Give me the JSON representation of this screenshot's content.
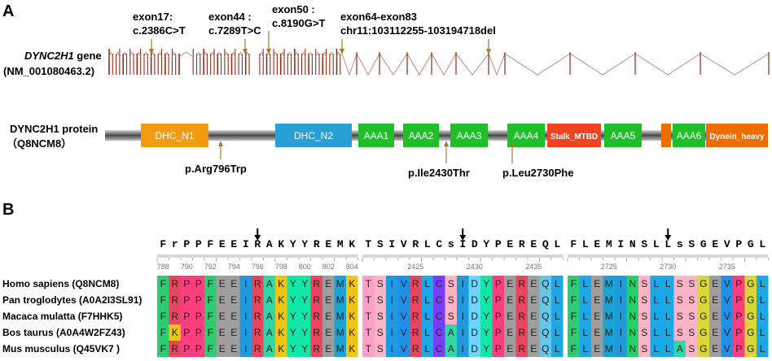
{
  "panel_a": {
    "letter": "A",
    "gene_label_italic": "DYNC2H1",
    "gene_label_suffix": " gene",
    "gene_accession": "(NM_001080463.2)",
    "variant_labels": [
      {
        "line1": "exon17:",
        "line2": "c.2386C>T"
      },
      {
        "line1": "exon44 :",
        "line2": "c.7289T>C"
      },
      {
        "line1": "exon50 :",
        "line2": "c.8190G>T"
      },
      {
        "line1": "exon64-exon83",
        "line2": "chr11:103112255-103194718del"
      }
    ],
    "protein_label": "DYNC2H1 protein",
    "protein_accession": "（Q8NCM8）",
    "domains": [
      {
        "name": "DHC_N1",
        "color": "#f39c12"
      },
      {
        "name": "DHC_N2",
        "color": "#2a9fd6"
      },
      {
        "name": "AAA1",
        "color": "#1fbf2a"
      },
      {
        "name": "AAA2",
        "color": "#1fbf2a"
      },
      {
        "name": "AAA3",
        "color": "#1fbf2a"
      },
      {
        "name": "AAA4",
        "color": "#1fbf2a"
      },
      {
        "name": "Stalk_MTBD",
        "color": "#f2421f"
      },
      {
        "name": "AAA5",
        "color": "#1fbf2a"
      },
      {
        "name": "",
        "color": "#ef6c00"
      },
      {
        "name": "AAA6",
        "color": "#1fbf2a"
      },
      {
        "name": "Dynein_heavy",
        "color": "#ef6c00"
      }
    ],
    "protein_variants": [
      "p.Arg796Trp",
      "p.Ile2430Thr",
      "p.Leu2730Phe"
    ],
    "marker_color": "#a47a2c",
    "exon_color": "#8b2c16"
  },
  "panel_b": {
    "letter": "B",
    "species": [
      "Homo sapiens (Q8NCM8)",
      "Pan troglodytes (A0A2I3SL91)",
      "Macaca mulatta (F7HHK5)",
      "Bos taurus (A0A4W2FZ43)",
      "Mus musculus (Q45VK7 )"
    ],
    "blocks": [
      {
        "consensus": [
          "F",
          "r",
          "P",
          "P",
          "F",
          "E",
          "E",
          "I",
          "R",
          "A",
          "K",
          "Y",
          "Y",
          "R",
          "E",
          "M",
          "K"
        ],
        "ticks": [
          "788",
          "790",
          "792",
          "794",
          "796",
          "798",
          "800",
          "802",
          "804"
        ],
        "rows": [
          "FRPPFEEIRAKYYREMK",
          "FRPPFEEIRAKYYREMK",
          "FRPPFEEIRAKYYREMK",
          "FKPPFEEIRAKYYREMK",
          "FRPPFEEIRAKYYREMK"
        ]
      },
      {
        "consensus": [
          "T",
          "S",
          "I",
          "V",
          "R",
          "L",
          "C",
          "s",
          "I",
          "D",
          "Y",
          "P",
          "E",
          "R",
          "E",
          "Q",
          "L"
        ],
        "ticks": [
          "2425",
          "2430",
          "2435"
        ],
        "rows": [
          "TSIVRLCSIDYPEREQL",
          "TSIVRLCSIDYPEREQL",
          "TSIVRLCSIDYPEREQL",
          "TSIVRLCAIDYPEREQL",
          "TSIVRLCAIDYPEREQL"
        ]
      },
      {
        "consensus": [
          "F",
          "L",
          "E",
          "M",
          "I",
          "N",
          "S",
          "L",
          "L",
          "s",
          "S",
          "G",
          "E",
          "V",
          "P",
          "G",
          "L"
        ],
        "ticks": [
          "2725",
          "2730",
          "2735"
        ],
        "rows": [
          "FLEMINSLLSSGEVPGL",
          "FLEMINSLLSSGEVPGL",
          "FLEMINSLLSSGEVPGL",
          "FLEMINSLLSSGEVPGL",
          "FLEMINSLLASGEVPGL"
        ]
      }
    ],
    "residue_colors": {
      "F": "#2ecc71",
      "R": "#e8455f",
      "K": "#f1c40f",
      "P": "#ff3d7f",
      "E": "#9e9e9e",
      "I": "#1e9be0",
      "A": "#2fd8a6",
      "Y": "#10e8a8",
      "M": "#1aa3d6",
      "T": "#ff9ec7",
      "S": "#ffb3c6",
      "V": "#1e90e8",
      "L": "#1aa8e8",
      "C": "#7a3cff",
      "D": "#6bd5ff",
      "Q": "#62c7ea",
      "N": "#22d26a",
      "G": "#d8d830",
      "H": "#8aa7ff",
      "W": "#7aa0ff"
    }
  }
}
